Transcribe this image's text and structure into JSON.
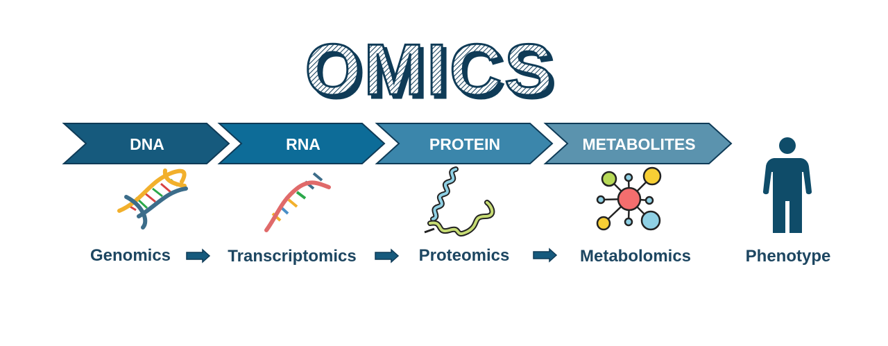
{
  "title": "OMICS",
  "stages": [
    {
      "chevron": "DNA",
      "label": "Genomics",
      "icon": "dna-icon"
    },
    {
      "chevron": "RNA",
      "label": "Transcriptomics",
      "icon": "rna-icon"
    },
    {
      "chevron": "PROTEIN",
      "label": "Proteomics",
      "icon": "protein-icon"
    },
    {
      "chevron": "METABOLITES",
      "label": "Metabolomics",
      "icon": "metabolite-icon"
    }
  ],
  "phenotype": {
    "label": "Phenotype",
    "icon": "person-icon"
  },
  "colors": {
    "dark_navy": "#0f3b57",
    "chevron_1": "#165a7d",
    "chevron_2": "#0d6c98",
    "chevron_3": "#3b86ab",
    "chevron_4": "#5b93ae",
    "label_text": "#1d4661"
  }
}
